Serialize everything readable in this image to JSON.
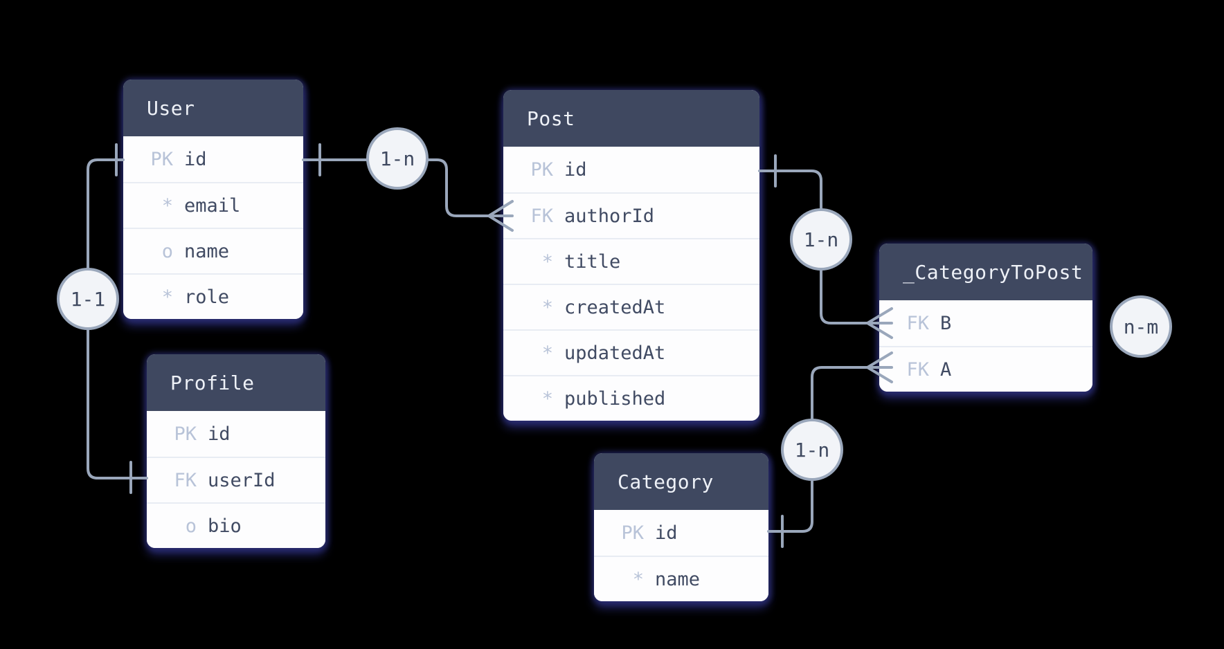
{
  "tables": {
    "user": {
      "title": "User",
      "columns": [
        {
          "key": "PK",
          "name": "id"
        },
        {
          "key": "*",
          "name": "email"
        },
        {
          "key": "o",
          "name": "name"
        },
        {
          "key": "*",
          "name": "role"
        }
      ]
    },
    "post": {
      "title": "Post",
      "columns": [
        {
          "key": "PK",
          "name": "id"
        },
        {
          "key": "FK",
          "name": "authorId"
        },
        {
          "key": "*",
          "name": "title"
        },
        {
          "key": "*",
          "name": "createdAt"
        },
        {
          "key": "*",
          "name": "updatedAt"
        },
        {
          "key": "*",
          "name": "published"
        }
      ]
    },
    "profile": {
      "title": "Profile",
      "columns": [
        {
          "key": "PK",
          "name": "id"
        },
        {
          "key": "FK",
          "name": "userId"
        },
        {
          "key": "o",
          "name": "bio"
        }
      ]
    },
    "category": {
      "title": "Category",
      "columns": [
        {
          "key": "PK",
          "name": "id"
        },
        {
          "key": "*",
          "name": "name"
        }
      ]
    },
    "categoryToPost": {
      "title": "_CategoryToPost",
      "columns": [
        {
          "key": "FK",
          "name": "B"
        },
        {
          "key": "FK",
          "name": "A"
        }
      ]
    }
  },
  "relationships": [
    {
      "label": "1-n",
      "from_table": "User",
      "from_column": "id",
      "to_table": "Post",
      "to_column": "authorId",
      "from_cardinality": "one",
      "to_cardinality": "many"
    },
    {
      "label": "1-1",
      "from_table": "User",
      "from_column": "id",
      "to_table": "Profile",
      "to_column": "userId",
      "from_cardinality": "one",
      "to_cardinality": "one"
    },
    {
      "label": "1-n",
      "from_table": "Post",
      "from_column": "id",
      "to_table": "_CategoryToPost",
      "to_column": "B",
      "from_cardinality": "one",
      "to_cardinality": "many"
    },
    {
      "label": "1-n",
      "from_table": "Category",
      "from_column": "id",
      "to_table": "_CategoryToPost",
      "to_column": "A",
      "from_cardinality": "one",
      "to_cardinality": "many"
    },
    {
      "label": "n-m",
      "attached_to": "_CategoryToPost"
    }
  ],
  "colors": {
    "canvas_bg": "#000000",
    "header_bg": "#3f4860",
    "header_text": "#eef1f7",
    "row_bg": "#fdfdfe",
    "row_text": "#414b63",
    "key_text": "#b8c3d8",
    "divider": "#e8ecf3",
    "connector": "#9aa7bb",
    "badge_bg": "#f2f4f8",
    "badge_text": "#3f4960",
    "table_shadow": "#24266a"
  }
}
